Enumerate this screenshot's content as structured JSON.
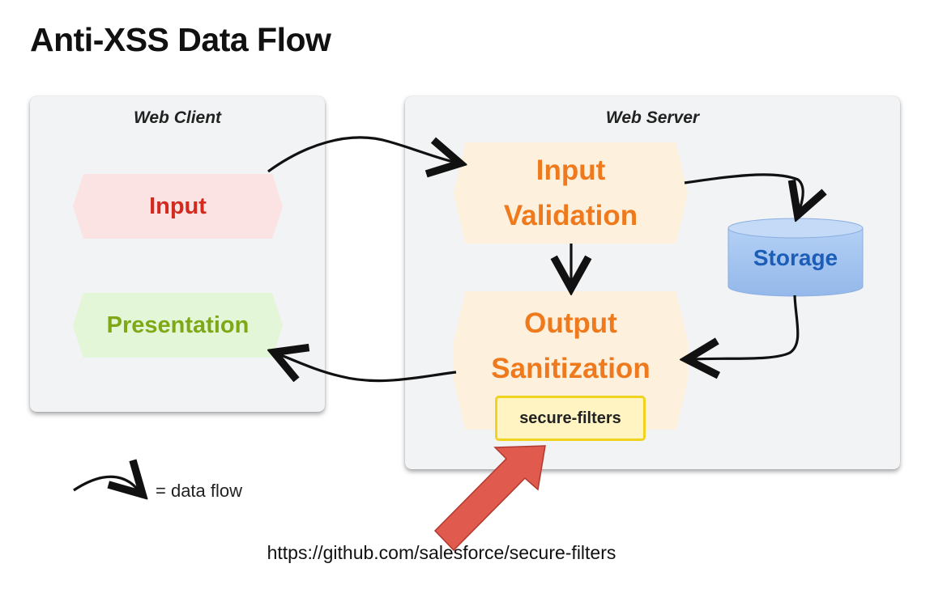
{
  "header": {
    "title": "Anti-XSS Data Flow"
  },
  "panels": {
    "client": {
      "label": "Web Client"
    },
    "server": {
      "label": "Web Server"
    }
  },
  "nodes": {
    "input": {
      "label": "Input"
    },
    "presentation": {
      "label": "Presentation"
    },
    "validation": {
      "line1": "Input",
      "line2": "Validation"
    },
    "sanitization": {
      "line1": "Output",
      "line2": "Sanitization"
    },
    "storage": {
      "label": "Storage"
    },
    "filters": {
      "label": "secure-filters"
    }
  },
  "legend": {
    "text": "= data flow"
  },
  "footer": {
    "url": "https://github.com/salesforce/secure-filters"
  },
  "colors": {
    "input_fill": "#fbe3e4",
    "input_text": "#d32a1f",
    "presentation_fill": "#e3f6d7",
    "presentation_text": "#7ea816",
    "process_fill": "#fdf0dd",
    "process_text": "#ef7a1d",
    "storage_fill": "#a3c4ef",
    "storage_text": "#1c5db8",
    "filters_fill": "#fff4c2",
    "filters_border": "#f1d21e",
    "pointer_fill": "#e05a4e"
  }
}
